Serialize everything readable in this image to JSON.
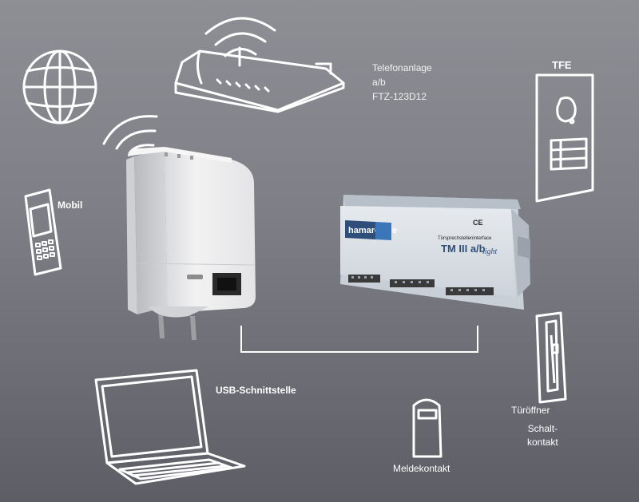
{
  "labels": {
    "phone_system": [
      "Telefonanlage",
      "a/b",
      "FTZ-123D12"
    ],
    "mobile": "Mobil",
    "usb": "USB-Schnittstelle",
    "door_opener": "Türöffner",
    "switch_contact": [
      "Schalt-",
      "kontakt"
    ],
    "report_contact": "Meldekontakt",
    "door_station_brand": "TFE"
  },
  "device_text": {
    "brand": "hamares.de",
    "model": "TM III a/b",
    "model_suffix": "light",
    "product_line": "Türsprechstelleninterface",
    "ce_mark": "CE"
  },
  "colors": {
    "background_top": "#8e8f95",
    "background_bottom": "#5d5e65",
    "line_art": "#ffffff",
    "module_blue": "#2f4f7a"
  }
}
